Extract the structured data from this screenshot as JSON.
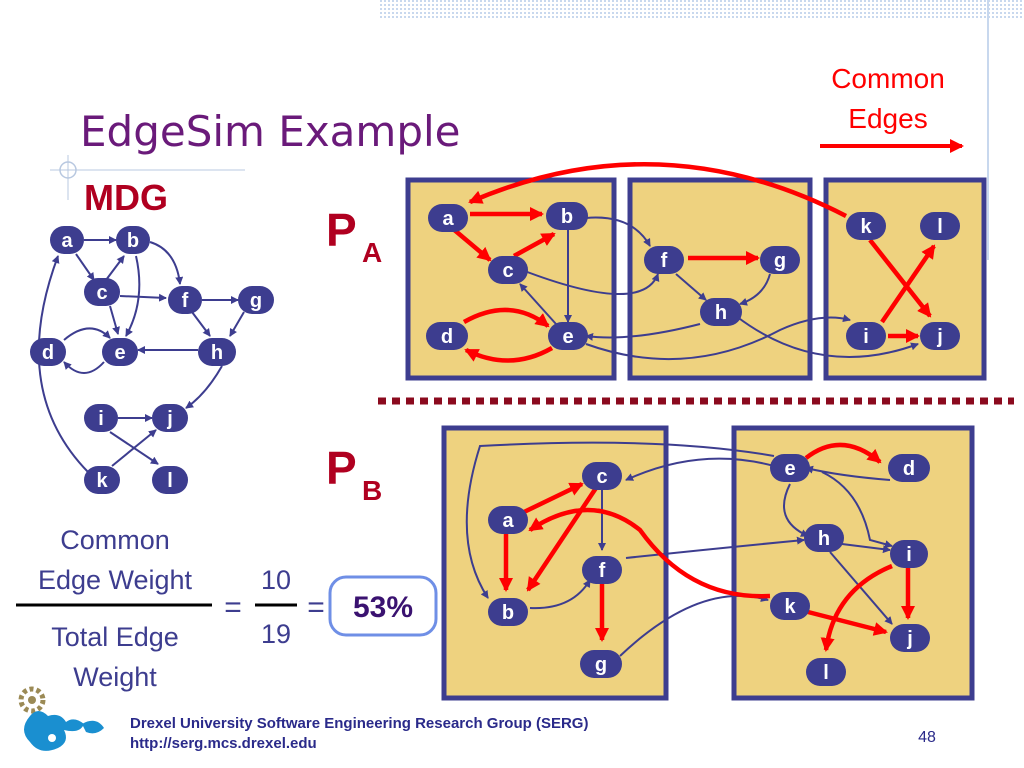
{
  "slide": {
    "title": "EdgeSim Example",
    "page_number": "48"
  },
  "mdg": {
    "heading": "MDG",
    "nodes": [
      "a",
      "b",
      "c",
      "f",
      "g",
      "d",
      "e",
      "h",
      "i",
      "j",
      "k",
      "l"
    ]
  },
  "legend": {
    "line1": "Common",
    "line2": "Edges",
    "color": "#ff0000"
  },
  "partition_a": {
    "label_main": "P",
    "label_sub": "A",
    "clusters": [
      [
        "a",
        "b",
        "c",
        "d",
        "e"
      ],
      [
        "f",
        "g",
        "h"
      ],
      [
        "k",
        "l",
        "i",
        "j"
      ]
    ]
  },
  "partition_b": {
    "label_main": "P",
    "label_sub": "B",
    "clusters": [
      [
        "c",
        "a",
        "f",
        "b",
        "g"
      ],
      [
        "e",
        "d",
        "h",
        "i",
        "k",
        "j",
        "l"
      ]
    ]
  },
  "formula": {
    "num_line1": "Common",
    "num_line2": "Edge Weight",
    "den_line1": "Total Edge",
    "den_line2": "Weight",
    "equals": "=",
    "num_value": "10",
    "den_value": "19",
    "result": "53%"
  },
  "footer": {
    "org": "Drexel University Software Engineering Research Group (SERG)",
    "url": "http://serg.mcs.drexel.edu"
  },
  "colors": {
    "title": "#6a1a7a",
    "node": "#3d3d8f",
    "cluster_fill": "#eed27f",
    "cluster_border": "#3d3d8f",
    "edge": "#3d3d8f",
    "common_edge": "#ff0000",
    "heading_red": "#b00020",
    "separator": "#8b0a1e"
  }
}
